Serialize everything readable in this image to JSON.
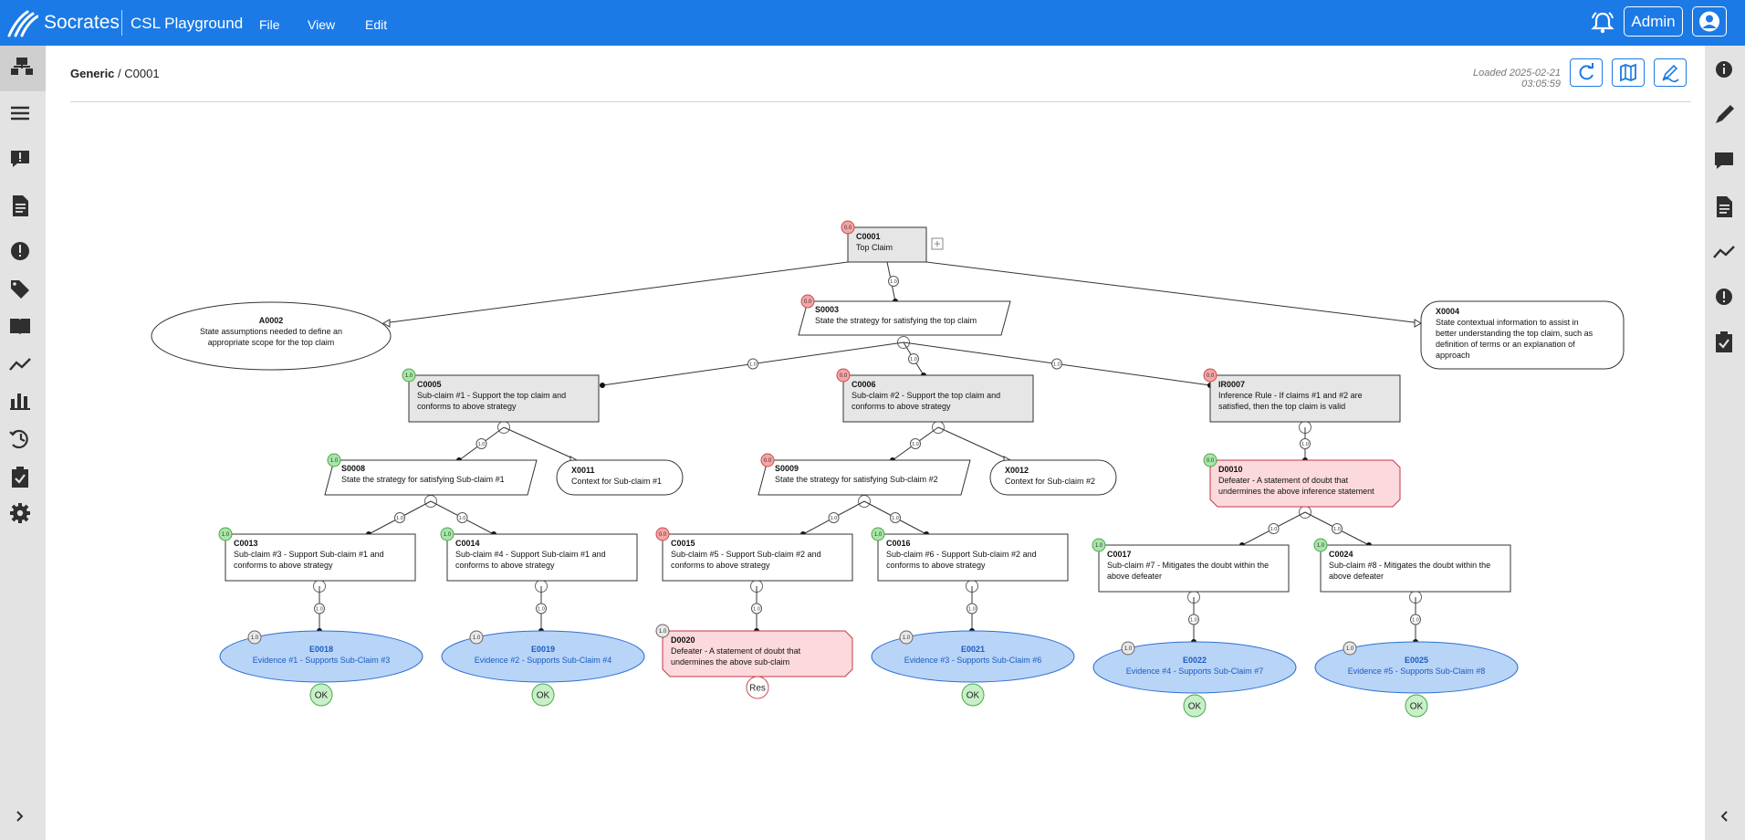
{
  "header": {
    "brand": "Socrates",
    "app_name": "CSL Playground",
    "menu": [
      "File",
      "View",
      "Edit"
    ],
    "admin_label": "Admin",
    "colors": {
      "bar": "#1b7ae6",
      "sidebar": "#e3e3e3"
    }
  },
  "left_sidebar": {
    "icons": [
      "sitemap-icon",
      "menu-icon",
      "comment-alert-icon",
      "document-icon",
      "alert-circle-icon",
      "tag-icon",
      "book-icon",
      "trend-icon",
      "bar-chart-icon",
      "history-icon",
      "clipboard-check-icon",
      "gear-icon",
      "chevron-right-icon"
    ]
  },
  "right_sidebar": {
    "icons": [
      "info-icon",
      "pencil-icon",
      "comment-icon",
      "document-icon",
      "trend-icon",
      "alert-circle-icon",
      "clipboard-check-icon",
      "chevron-left-icon"
    ]
  },
  "toolbar": {
    "breadcrumb_root": "Generic",
    "breadcrumb_sep": "/",
    "breadcrumb_current": "C0001",
    "loaded_text": "Loaded 2025-02-21 03:05:59",
    "buttons": [
      "refresh-icon",
      "map-icon",
      "edit-diagram-icon"
    ]
  },
  "diagram": {
    "nodes": [
      {
        "id": "C0001",
        "text": [
          "Top Claim"
        ],
        "kind": "claim-gray",
        "badge": "0.0",
        "badge_color": "red"
      },
      {
        "id": "S0003",
        "text": [
          "State the strategy for satisfying the top claim"
        ],
        "kind": "strategy",
        "badge": "0.0",
        "badge_color": "red"
      },
      {
        "id": "A0002",
        "text": [
          "State assumptions needed to define an",
          "appropriate scope for the top claim"
        ],
        "kind": "assumption"
      },
      {
        "id": "X0004",
        "text": [
          "State contextual information to assist in",
          "better understanding the top claim, such as",
          "definition of terms or an explanation of",
          "approach"
        ],
        "kind": "context"
      },
      {
        "id": "C0005",
        "text": [
          "Sub-claim #1 - Support the top claim and",
          "conforms to above strategy"
        ],
        "kind": "claim-gray",
        "badge": "1.0",
        "badge_color": "green"
      },
      {
        "id": "C0006",
        "text": [
          "Sub-claim #2 - Support the top claim and",
          "conforms to above strategy"
        ],
        "kind": "claim-gray",
        "badge": "0.0",
        "badge_color": "red"
      },
      {
        "id": "IR0007",
        "text": [
          "Inference Rule - If claims #1 and #2 are",
          "satisfied, then the top claim is valid"
        ],
        "kind": "claim-gray",
        "badge": "0.0",
        "badge_color": "red"
      },
      {
        "id": "S0008",
        "text": [
          "State the strategy for satisfying Sub-claim #1"
        ],
        "kind": "strategy",
        "badge": "1.0",
        "badge_color": "green"
      },
      {
        "id": "X0011",
        "text": [
          "Context for Sub-claim #1"
        ],
        "kind": "context"
      },
      {
        "id": "S0009",
        "text": [
          "State the strategy for satisfying Sub-claim #2"
        ],
        "kind": "strategy",
        "badge": "0.0",
        "badge_color": "red"
      },
      {
        "id": "X0012",
        "text": [
          "Context for Sub-claim #2"
        ],
        "kind": "context"
      },
      {
        "id": "D0010",
        "text": [
          "Defeater - A statement of doubt that",
          "undermines the above inference statement"
        ],
        "kind": "defeater",
        "badge": "0.0",
        "badge_color": "green"
      },
      {
        "id": "C0013",
        "text": [
          "Sub-claim #3 - Support Sub-claim #1 and",
          "conforms to above strategy"
        ],
        "kind": "claim",
        "badge": "1.0",
        "badge_color": "green"
      },
      {
        "id": "C0014",
        "text": [
          "Sub-claim #4 - Support Sub-claim #1 and",
          "conforms to above strategy"
        ],
        "kind": "claim",
        "badge": "1.0",
        "badge_color": "green"
      },
      {
        "id": "C0015",
        "text": [
          "Sub-claim #5 - Support Sub-claim #2 and",
          "conforms to above strategy"
        ],
        "kind": "claim",
        "badge": "0.0",
        "badge_color": "red"
      },
      {
        "id": "C0016",
        "text": [
          "Sub-claim #6 - Support Sub-claim #2 and",
          "conforms to above strategy"
        ],
        "kind": "claim",
        "badge": "1.0",
        "badge_color": "green"
      },
      {
        "id": "C0017",
        "text": [
          "Sub-claim #7 - Mitigates the doubt within the",
          "above defeater"
        ],
        "kind": "claim",
        "badge": "1.0",
        "badge_color": "green"
      },
      {
        "id": "C0024",
        "text": [
          "Sub-claim #8 - Mitigates the doubt within the",
          "above defeater"
        ],
        "kind": "claim",
        "badge": "1.0",
        "badge_color": "green"
      },
      {
        "id": "E0018",
        "text": [
          "Evidence #1 - Supports Sub-Claim #3"
        ],
        "kind": "evidence",
        "badge": "1.0",
        "badge_color": "gray",
        "status": "OK"
      },
      {
        "id": "E0019",
        "text": [
          "Evidence #2 - Supports Sub-Claim #4"
        ],
        "kind": "evidence",
        "badge": "1.0",
        "badge_color": "gray",
        "status": "OK"
      },
      {
        "id": "D0020",
        "text": [
          "Defeater - A statement of doubt that",
          "undermines the above sub-claim"
        ],
        "kind": "defeater",
        "badge": "1.0",
        "badge_color": "gray",
        "status": "Res"
      },
      {
        "id": "E0021",
        "text": [
          "Evidence #3 - Supports Sub-Claim #6"
        ],
        "kind": "evidence",
        "badge": "1.0",
        "badge_color": "gray",
        "status": "OK"
      },
      {
        "id": "E0022",
        "text": [
          "Evidence #4 - Supports Sub-Claim #7"
        ],
        "kind": "evidence",
        "badge": "1.0",
        "badge_color": "gray",
        "status": "OK"
      },
      {
        "id": "E0025",
        "text": [
          "Evidence #5 - Supports Sub-Claim #8"
        ],
        "kind": "evidence",
        "badge": "1.0",
        "badge_color": "gray",
        "status": "OK"
      }
    ],
    "edge_weight_label": "1.0"
  }
}
